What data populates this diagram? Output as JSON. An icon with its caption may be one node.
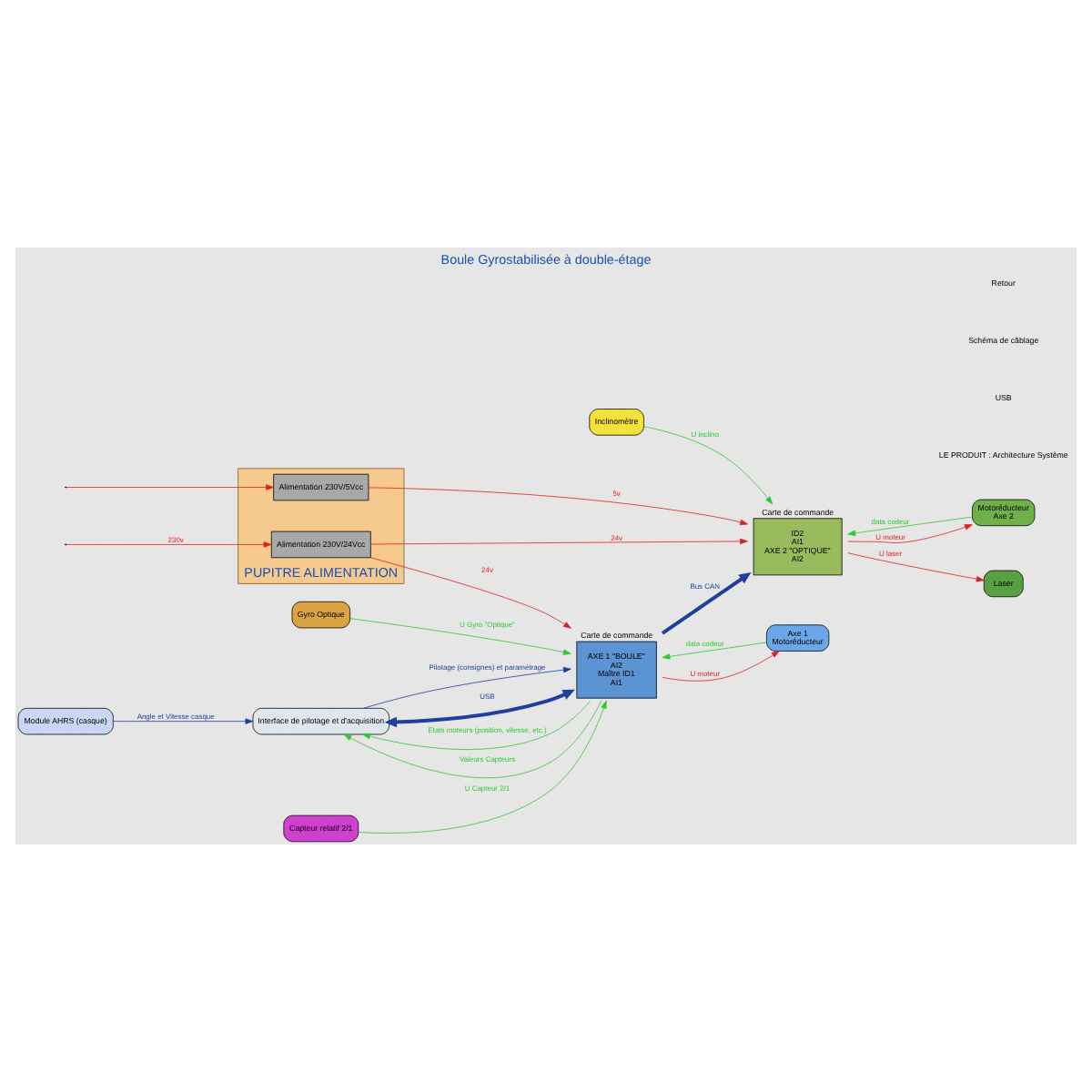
{
  "diagram": {
    "title": "Boule Gyrostabilisée à double-étage",
    "nodes": [
      {
        "text": [
          "Interface de pilotage et d'acquisition"
        ]
      },
      {
        "text": [
          "Module AHRS (casque)"
        ]
      },
      {
        "text": [
          "AXE 1 \"BOULE\"",
          "AI2",
          "Maître ID1",
          "AI1"
        ],
        "beside": [
          "Carte de commande"
        ]
      },
      {
        "text": [
          "ID2",
          "AI1",
          "AXE 2 \"OPTIQUE\"",
          "AI2"
        ],
        "beside": [
          "Carte de commande"
        ]
      },
      {
        "text": [
          "PUPITRE ALIMENTATION"
        ]
      },
      {
        "text": [
          "Alimentation 230V/24Vcc"
        ],
        "in": 4
      },
      {
        "text": [
          "Alimentation 230V/5Vcc"
        ],
        "in": 4
      },
      {
        "text": [
          "Axe 1",
          "Motoréducteur"
        ]
      },
      {
        "text": [
          "Motoréducteur",
          "Axe 2"
        ]
      },
      {
        "text": [
          "Gyro Optique"
        ]
      },
      {
        "text": [
          "Laser"
        ]
      },
      {
        "text": [
          "Capteur relatif 2/1"
        ]
      },
      {
        "text": [
          "Inclinomètre"
        ]
      }
    ],
    "edges": [
      {
        "from": 0,
        "to": 2,
        "arrow": "to",
        "label": "Pilotage (consignes) et paramétrage",
        "color": "#1f3f9f"
      },
      {
        "from": 0,
        "to": 2,
        "arrow": "both",
        "label": "USB",
        "style": "thick",
        "color": "#1f3f9f"
      },
      {
        "from": 2,
        "to": 0,
        "arrow": "to",
        "label": "Etats moteurs (position, vitesse, etc.)",
        "color": "#2fc82f"
      },
      {
        "from": 2,
        "to": 0,
        "arrow": "to",
        "label": "Valeurs Capteurs",
        "color": "#2fc82f"
      },
      {
        "from": 1,
        "to": 0,
        "arrow": "to",
        "label": "Angle et Vitesse casque",
        "color": "#1f3f9f"
      },
      {
        "from": null,
        "to": 5,
        "arrow": "to",
        "label": "230v",
        "color": "#e02020"
      },
      {
        "from": null,
        "to": 6,
        "arrow": "to",
        "color": "#e02020"
      },
      {
        "from": 5,
        "to": 2,
        "arrow": "to",
        "label": "24v",
        "color": "#e02020"
      },
      {
        "from": 5,
        "to": 3,
        "arrow": "to",
        "label": "24v",
        "color": "#e02020"
      },
      {
        "from": 6,
        "to": 3,
        "arrow": "to",
        "label": "5v",
        "color": "#e02020"
      },
      {
        "from": 2,
        "to": 3,
        "arrow": "to",
        "label": "Bus CAN",
        "style": "thick",
        "color": "#1f3f9f"
      },
      {
        "from": 11,
        "to": 2,
        "arrow": "to",
        "label": "U Capteur 2/1",
        "color": "#2fc82f"
      },
      {
        "from": 2,
        "to": 7,
        "arrow": "to",
        "label": "U moteur",
        "color": "#e02020"
      },
      {
        "from": 7,
        "to": 2,
        "arrow": "to",
        "label": "data codeur",
        "color": "#2fc82f"
      },
      {
        "from": 9,
        "to": 2,
        "arrow": "to",
        "label": "U Gyro \"Optique\"",
        "color": "#2fc82f"
      },
      {
        "from": 8,
        "to": 3,
        "arrow": "to",
        "label": "data codeur",
        "color": "#2fc82f"
      },
      {
        "from": 3,
        "to": 8,
        "arrow": "to",
        "label": "U moteur",
        "color": "#e02020"
      },
      {
        "from": 3,
        "to": 10,
        "arrow": "to",
        "label": "U laser",
        "color": "#e02020"
      },
      {
        "from": 12,
        "to": 3,
        "arrow": "to",
        "label": "U inclino",
        "color": "#2fc82f"
      }
    ],
    "labels": [
      "LE PRODUIT : Architecture Système",
      "USB",
      "Schéma de câblage",
      "Retour"
    ]
  }
}
